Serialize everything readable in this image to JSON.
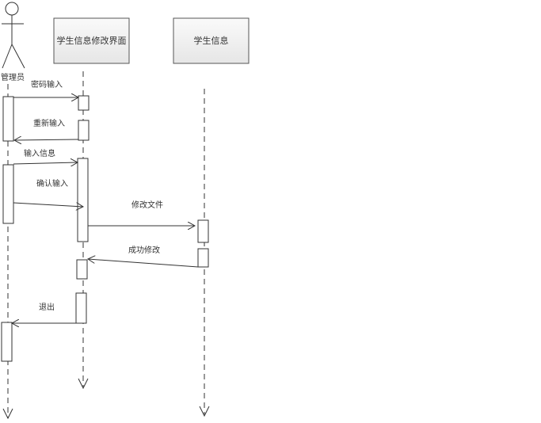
{
  "actors": {
    "admin": "管理员",
    "ui": "学生信息修改界面",
    "info": "学生信息"
  },
  "messages": {
    "m1": "密码输入",
    "m2": "重新输入",
    "m3": "输入信息",
    "m4": "确认输入",
    "m5": "修改文件",
    "m6": "成功修改",
    "m7": "退出"
  },
  "colors": {
    "line": "#333333",
    "box_fill": "#f2f2f2",
    "box_stroke": "#555555"
  }
}
